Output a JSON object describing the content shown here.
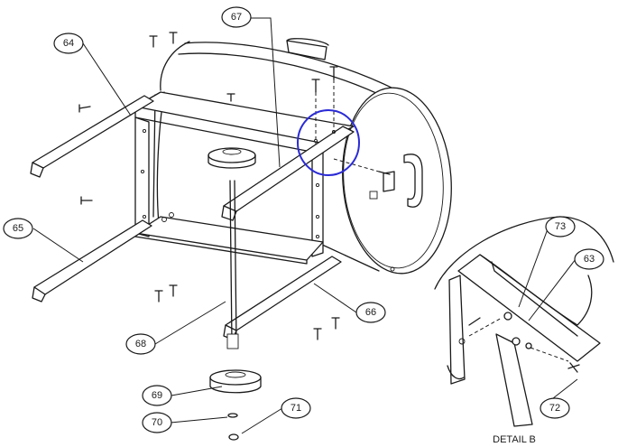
{
  "callouts": {
    "c63": "63",
    "c64": "64",
    "c65": "65",
    "c66": "66",
    "c67": "67",
    "c68": "68",
    "c69": "69",
    "c70": "70",
    "c71": "71",
    "c72": "72",
    "c73": "73"
  },
  "detail_label": "DETAIL B",
  "highlight_color": "#2b2bd6"
}
